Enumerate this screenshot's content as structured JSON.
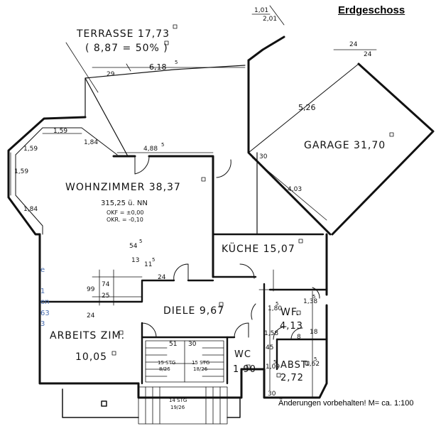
{
  "header": {
    "title": "Erdgeschoss"
  },
  "footer": {
    "note": "Änderungen vorbehalten!  M= ca. 1:100"
  },
  "rooms": {
    "terrasse": {
      "name": "TERRASSE 17,73",
      "share": "( 8,87 = 50% )"
    },
    "wohnzimmer": {
      "name": "WOHNZIMMER 38,37",
      "level": "315,25 ü. NN",
      "okf": "OKF = ±0,00",
      "okr": "OKR. = -0,10"
    },
    "garage": {
      "name": "GARAGE 31,70"
    },
    "kueche": {
      "name": "KÜCHE 15,07"
    },
    "diele": {
      "name": "DIELE 9,67"
    },
    "wf": {
      "name": "WF.",
      "area": "4,13"
    },
    "arbeitszimmer": {
      "name": "ARBEITS ZIM.",
      "area": "10,05"
    },
    "wc": {
      "name": "WC",
      "area": "1,90"
    },
    "abst": {
      "name": "ABST",
      "area": "2,72"
    }
  },
  "stairs": {
    "upper_left": "15 STG",
    "upper_left_sub": "8/26",
    "upper_right": "15 STG",
    "upper_right_sub": "18/26",
    "lower": "14 STG",
    "lower_sub": "19/26"
  },
  "dimensions": {
    "d_1_01": "1,01",
    "d_2_01": "2,01",
    "d_24a": "24",
    "d_24b": "24",
    "d_6_18": "6,18",
    "d_6_18_sup": "5",
    "d_29": "29",
    "d_5_26": "5,26",
    "d_1_59a": "1,59",
    "d_1_59b": "1,59",
    "d_1_59c": "1,59",
    "d_1_84a": "1,84",
    "d_1_84b": "1,84",
    "d_4_88": "4,88",
    "d_4_88_sup": "5",
    "d_30a": "30",
    "d_4_03": "4,03",
    "d_54": "54",
    "d_54_sup": "5",
    "d_13": "13",
    "d_11": "11",
    "d_11_sup": "5",
    "d_24c": "24",
    "d_99": "99",
    "d_74": "74",
    "d_25": "25",
    "d_24d": "24",
    "d_51": "51",
    "d_30b": "30",
    "d_1_80": "1,80",
    "d_1_80_sup": "5",
    "d_1_38": "1,38",
    "d_1_38_sup": "5",
    "d_18": "18",
    "d_8": "8",
    "d_1_58": "1,58",
    "d_4_5": "45",
    "d_1_09": "1,09",
    "d_1_09_sup": "5",
    "d_1_62": "1,62",
    "d_1_62_sup": "5",
    "d_30c": "30"
  },
  "side_marks": [
    "e",
    "1",
    "en",
    "63",
    "3"
  ],
  "colors": {
    "line": "#111111",
    "background": "#ffffff",
    "side_marks": "#4a6fb0"
  }
}
